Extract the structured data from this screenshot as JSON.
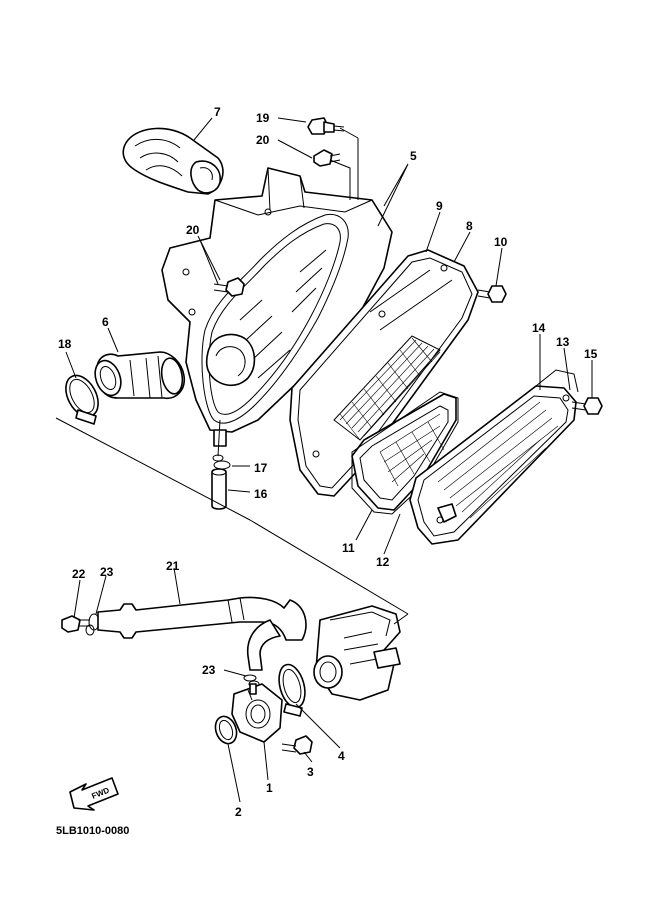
{
  "diagram_code": "5LB1010-0080",
  "fwd_label": "FWD",
  "callouts": [
    {
      "id": "c1",
      "text": "1"
    },
    {
      "id": "c2",
      "text": "2"
    },
    {
      "id": "c3",
      "text": "3"
    },
    {
      "id": "c4",
      "text": "4"
    },
    {
      "id": "c5",
      "text": "5"
    },
    {
      "id": "c6",
      "text": "6"
    },
    {
      "id": "c7",
      "text": "7"
    },
    {
      "id": "c8",
      "text": "8"
    },
    {
      "id": "c9",
      "text": "9"
    },
    {
      "id": "c10",
      "text": "10"
    },
    {
      "id": "c11",
      "text": "11"
    },
    {
      "id": "c12",
      "text": "12"
    },
    {
      "id": "c13",
      "text": "13"
    },
    {
      "id": "c14",
      "text": "14"
    },
    {
      "id": "c15",
      "text": "15"
    },
    {
      "id": "c16",
      "text": "16"
    },
    {
      "id": "c17",
      "text": "17"
    },
    {
      "id": "c18",
      "text": "18"
    },
    {
      "id": "c19",
      "text": "19"
    },
    {
      "id": "c20a",
      "text": "20"
    },
    {
      "id": "c20b",
      "text": "20"
    },
    {
      "id": "c21",
      "text": "21"
    },
    {
      "id": "c22",
      "text": "22"
    },
    {
      "id": "c23a",
      "text": "23"
    },
    {
      "id": "c23b",
      "text": "23"
    }
  ]
}
